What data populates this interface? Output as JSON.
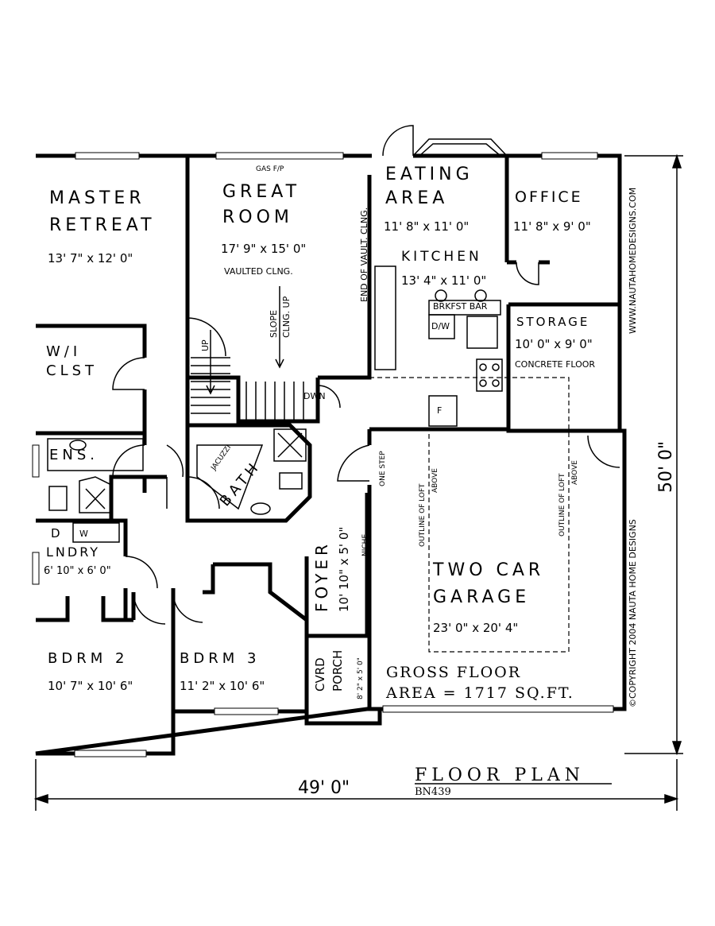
{
  "rooms": {
    "master_retreat": {
      "name1": "MASTER",
      "name2": "RETREAT",
      "size": "13' 7\" x 12' 0\""
    },
    "great_room": {
      "name1": "GREAT",
      "name2": "ROOM",
      "size": "17' 9\" x 15' 0\"",
      "note": "VAULTED CLNG."
    },
    "eating_area": {
      "name1": "EATING",
      "name2": "AREA",
      "size": "11' 8\" x 11' 0\""
    },
    "office": {
      "name": "OFFICE",
      "size": "11' 8\" x 9' 0\""
    },
    "kitchen": {
      "name": "KITCHEN",
      "size": "13' 4\" x 11' 0\""
    },
    "storage": {
      "name": "STORAGE",
      "size": "10' 0\" x 9' 0\"",
      "note": "CONCRETE FLOOR"
    },
    "wic": {
      "name1": "W/I",
      "name2": "CLST"
    },
    "ensuite": {
      "name": "ENS."
    },
    "bath": {
      "name": "BATH",
      "tub": "JACUZZI"
    },
    "laundry": {
      "name": "LNDRY",
      "size": "6' 10\" x 6' 0\"",
      "dryer": "D",
      "washer": "W"
    },
    "foyer": {
      "name": "FOYER",
      "size": "10' 10\" x 5' 0\"",
      "niche": "NICHE"
    },
    "garage": {
      "name1": "TWO CAR",
      "name2": "GARAGE",
      "size": "23' 0\" x 20' 4\"",
      "loft_left": [
        "OUTLINE OF LOFT",
        "ABOVE"
      ],
      "loft_right": [
        "OUTLINE OF LOFT",
        "ABOVE"
      ],
      "one_step": "ONE STEP"
    },
    "bdrm2": {
      "name": "BDRM 2",
      "size": "10' 7\" x 10' 6\""
    },
    "bdrm3": {
      "name": "BDRM 3",
      "size": "11' 2\" x 10' 6\""
    },
    "porch": {
      "name1": "CVRD",
      "name2": "PORCH",
      "size": "8' 2\" x 5' 0\""
    }
  },
  "fixtures": {
    "gas_fp": "GAS F/P",
    "end_vault": "END OF VAULT. CLNG.",
    "slope": [
      "SLOPE",
      "CLNG. UP"
    ],
    "up": "UP",
    "down": "DWN",
    "breakfast_bar": "BRKFST BAR",
    "dishwasher": "D/W",
    "fridge": "F"
  },
  "dimensions": {
    "width": "49' 0\"",
    "height": "50' 0\""
  },
  "gross_floor": {
    "line1": "GROSS FLOOR",
    "line2": "AREA = 1717 SQ.FT."
  },
  "title": {
    "main": "FLOOR PLAN",
    "code": "BN439"
  },
  "side_text": {
    "url": "WWW.NAUTAHOMEDESIGNS.COM",
    "copyright": "©COPYRIGHT 2004 NAUTA HOME DESIGNS"
  }
}
